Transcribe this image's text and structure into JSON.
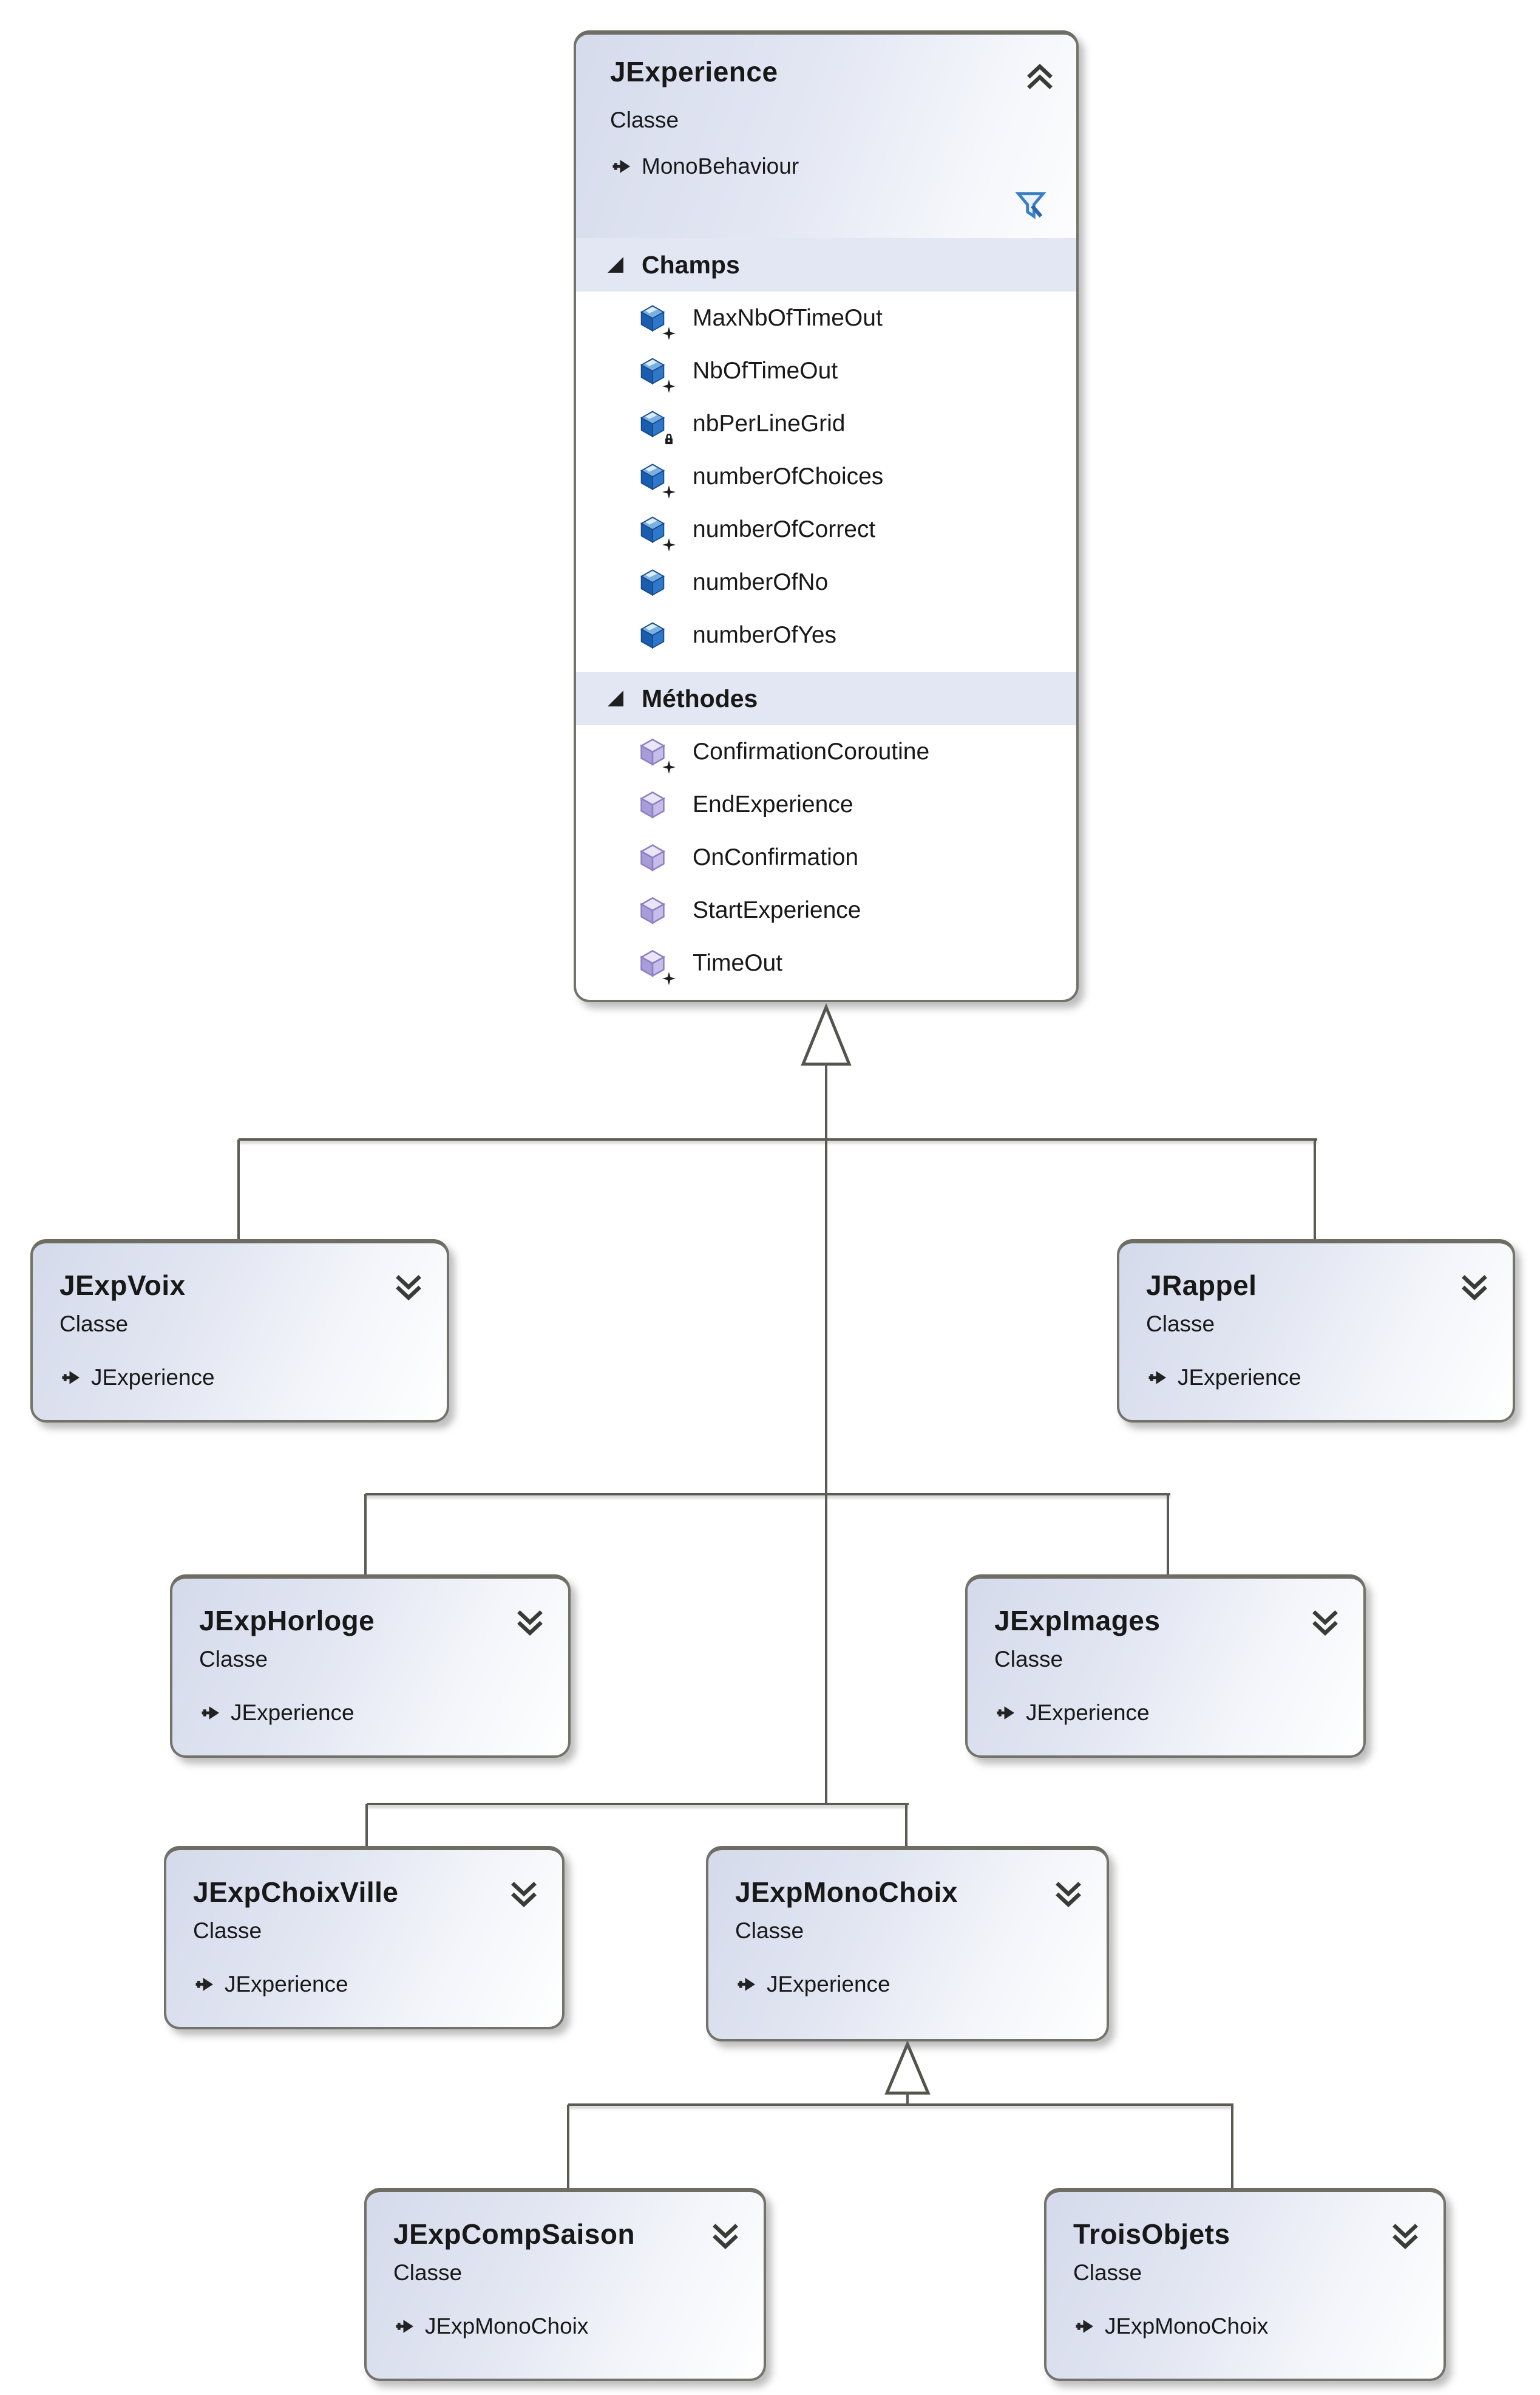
{
  "diagram_title": "Class diagram (Visual Studio, French locale)",
  "root": {
    "name": "JExperience",
    "kind": "Classe",
    "base": "MonoBehaviour",
    "collapse_icon": "chevron-double-up",
    "filter_icon": "filter-funnel",
    "sections": [
      {
        "title": "Champs",
        "expander_icon": "expanded-triangle",
        "items": [
          {
            "name": "MaxNbOfTimeOut",
            "icon": "field-cube",
            "modifier": "star"
          },
          {
            "name": "NbOfTimeOut",
            "icon": "field-cube",
            "modifier": "star"
          },
          {
            "name": "nbPerLineGrid",
            "icon": "field-cube",
            "modifier": "lock"
          },
          {
            "name": "numberOfChoices",
            "icon": "field-cube",
            "modifier": "star"
          },
          {
            "name": "numberOfCorrect",
            "icon": "field-cube",
            "modifier": "star"
          },
          {
            "name": "numberOfNo",
            "icon": "field-cube",
            "modifier": "none"
          },
          {
            "name": "numberOfYes",
            "icon": "field-cube",
            "modifier": "none"
          }
        ]
      },
      {
        "title": "Méthodes",
        "expander_icon": "expanded-triangle",
        "items": [
          {
            "name": "ConfirmationCoroutine",
            "icon": "method-cube",
            "modifier": "star"
          },
          {
            "name": "EndExperience",
            "icon": "method-cube",
            "modifier": "none"
          },
          {
            "name": "OnConfirmation",
            "icon": "method-cube",
            "modifier": "none"
          },
          {
            "name": "StartExperience",
            "icon": "method-cube",
            "modifier": "none"
          },
          {
            "name": "TimeOut",
            "icon": "method-cube",
            "modifier": "star"
          }
        ]
      }
    ]
  },
  "subclasses": [
    {
      "name": "JExpVoix",
      "kind": "Classe",
      "base": "JExperience",
      "expand_icon": "chevron-double-down"
    },
    {
      "name": "JRappel",
      "kind": "Classe",
      "base": "JExperience",
      "expand_icon": "chevron-double-down"
    },
    {
      "name": "JExpHorloge",
      "kind": "Classe",
      "base": "JExperience",
      "expand_icon": "chevron-double-down"
    },
    {
      "name": "JExpImages",
      "kind": "Classe",
      "base": "JExperience",
      "expand_icon": "chevron-double-down"
    },
    {
      "name": "JExpChoixVille",
      "kind": "Classe",
      "base": "JExperience",
      "expand_icon": "chevron-double-down"
    },
    {
      "name": "JExpMonoChoix",
      "kind": "Classe",
      "base": "JExperience",
      "expand_icon": "chevron-double-down"
    },
    {
      "name": "JExpCompSaison",
      "kind": "Classe",
      "base": "JExpMonoChoix",
      "expand_icon": "chevron-double-down"
    },
    {
      "name": "TroisObjets",
      "kind": "Classe",
      "base": "JExpMonoChoix",
      "expand_icon": "chevron-double-down"
    }
  ],
  "relations": [
    {
      "child": "JExpVoix",
      "parent": "JExperience",
      "type": "inheritance"
    },
    {
      "child": "JRappel",
      "parent": "JExperience",
      "type": "inheritance"
    },
    {
      "child": "JExpHorloge",
      "parent": "JExperience",
      "type": "inheritance"
    },
    {
      "child": "JExpImages",
      "parent": "JExperience",
      "type": "inheritance"
    },
    {
      "child": "JExpChoixVille",
      "parent": "JExperience",
      "type": "inheritance"
    },
    {
      "child": "JExpMonoChoix",
      "parent": "JExperience",
      "type": "inheritance"
    },
    {
      "child": "JExpCompSaison",
      "parent": "JExpMonoChoix",
      "type": "inheritance"
    },
    {
      "child": "TroisObjets",
      "parent": "JExpMonoChoix",
      "type": "inheritance"
    }
  ],
  "colors": {
    "box_border": "#73736b",
    "box_gradient_start": "#d5daeb",
    "box_gradient_end": "#ffffff",
    "section_strip": "#e3e6f3",
    "connector": "#5b5b53",
    "field_icon_blue": "#1a5dae",
    "method_icon_purple": "#9c90cf",
    "filter_icon_blue": "#3b7ec5",
    "text": "#181818"
  }
}
